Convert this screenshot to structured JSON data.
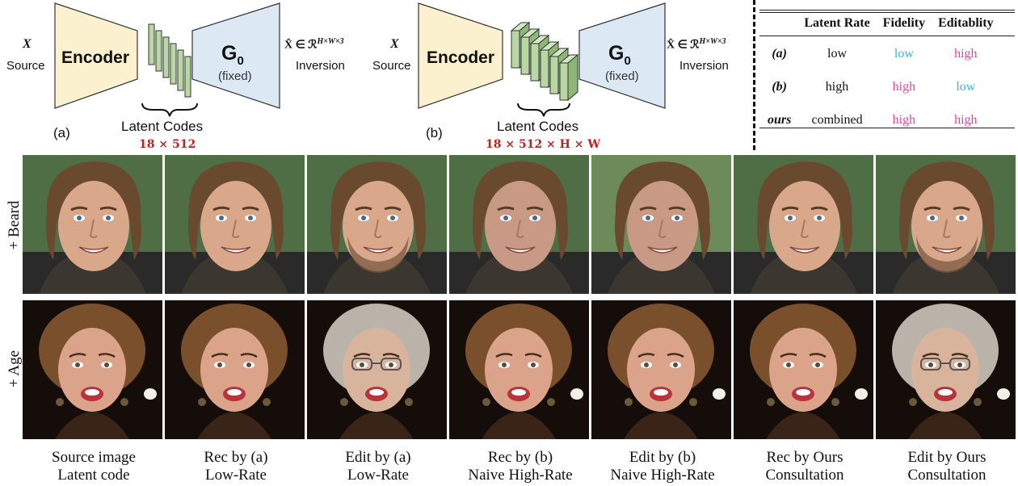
{
  "diagram_a": {
    "x_label": "X",
    "source_label": "Source",
    "encoder_label": "Encoder",
    "generator_label": "G",
    "generator_subscript": "0",
    "fixed_label": "(fixed)",
    "output_math": "X̂ ∈ ℛ",
    "output_exponent": "H×W×3",
    "inversion_label": "Inversion",
    "latent_label": "Latent Codes",
    "latent_dims": "18 × 512",
    "panel_tag": "(a)"
  },
  "diagram_b": {
    "x_label": "X",
    "source_label": "Source",
    "encoder_label": "Encoder",
    "generator_label": "G",
    "generator_subscript": "0",
    "fixed_label": "(fixed)",
    "output_math": "X̂ ∈ ℛ",
    "output_exponent": "H×W×3",
    "inversion_label": "Inversion",
    "latent_label": "Latent Codes",
    "latent_dims": "18 × 512 × H × W",
    "panel_tag": "(b)"
  },
  "table": {
    "headers": [
      "",
      "Latent Rate",
      "Fidelity",
      "Editablity"
    ],
    "rows": [
      {
        "method": "(a)",
        "rate": "low",
        "fidelity": "low",
        "editability": "high",
        "fidelity_color": "#35b6e8",
        "editability_color": "#e0459a"
      },
      {
        "method": "(b)",
        "rate": "high",
        "fidelity": "high",
        "editability": "low",
        "fidelity_color": "#e0459a",
        "editability_color": "#35b6e8"
      },
      {
        "method": "ours",
        "rate": "combined",
        "fidelity": "high",
        "editability": "high",
        "fidelity_color": "#e0459a",
        "editability_color": "#e0459a"
      }
    ]
  },
  "row_labels": [
    "+ Beard",
    "+ Age"
  ],
  "captions": [
    {
      "line1": "Source image",
      "line2": "Latent code"
    },
    {
      "line1": "Rec by (a)",
      "line2": "Low-Rate"
    },
    {
      "line1": "Edit by (a)",
      "line2": "Low-Rate"
    },
    {
      "line1": "Rec by (b)",
      "line2": "Naive High-Rate"
    },
    {
      "line1": "Edit by (b)",
      "line2": "Naive High-Rate"
    },
    {
      "line1": "Rec by Ours",
      "line2": "Consultation"
    },
    {
      "line1": "Edit by Ours",
      "line2": "Consultation"
    }
  ],
  "colors": {
    "encoder_fill": "#fcf1cf",
    "generator_fill": "#dce9f5",
    "latent_fill": "#b8d7a4",
    "accent_red": "#c0201f",
    "pink": "#e0459a",
    "cyan": "#35b6e8"
  }
}
